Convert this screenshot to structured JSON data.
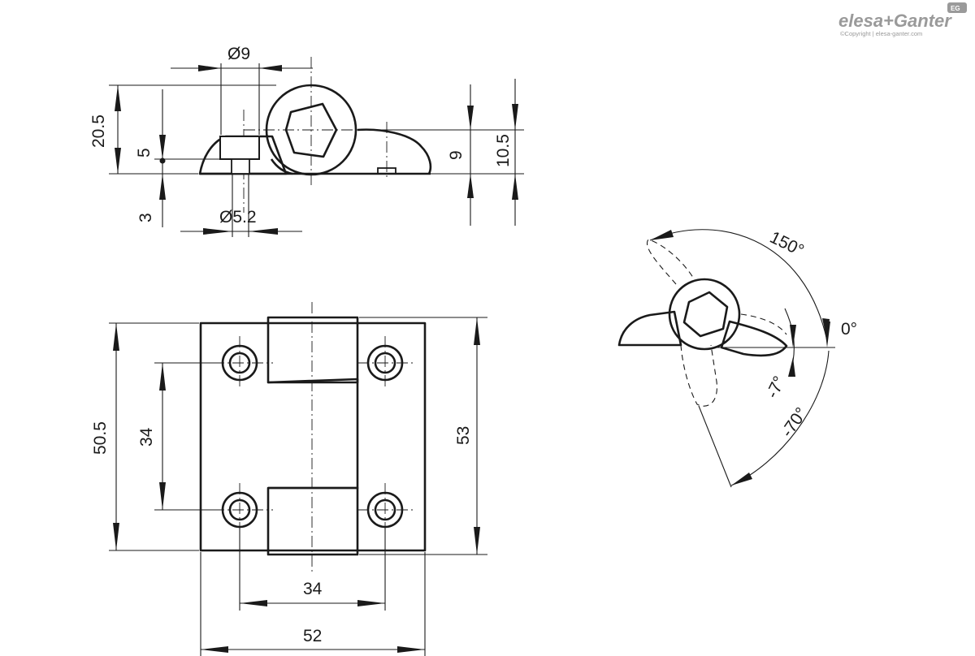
{
  "brand": {
    "logo_text": "elesa+Ganter",
    "copyright": "©Copyright | elesa-ganter.com",
    "badge": "EG",
    "color": "#9a9a9a"
  },
  "side_view": {
    "dia_top": "Ø9",
    "dia_bottom": "Ø5.2",
    "height_total": "20.5",
    "height_inner": "5",
    "depth": "3",
    "height_9": "9",
    "height_10_5": "10.5"
  },
  "front_view": {
    "height_outer": "50.5",
    "hole_spacing_vertical": "34",
    "height_right": "53",
    "hole_spacing_horizontal": "34",
    "width_total": "52"
  },
  "rotation_view": {
    "angle_open": "150°",
    "angle_zero": "0°",
    "angle_minus7": "-7°",
    "angle_minus70": "-70°"
  }
}
